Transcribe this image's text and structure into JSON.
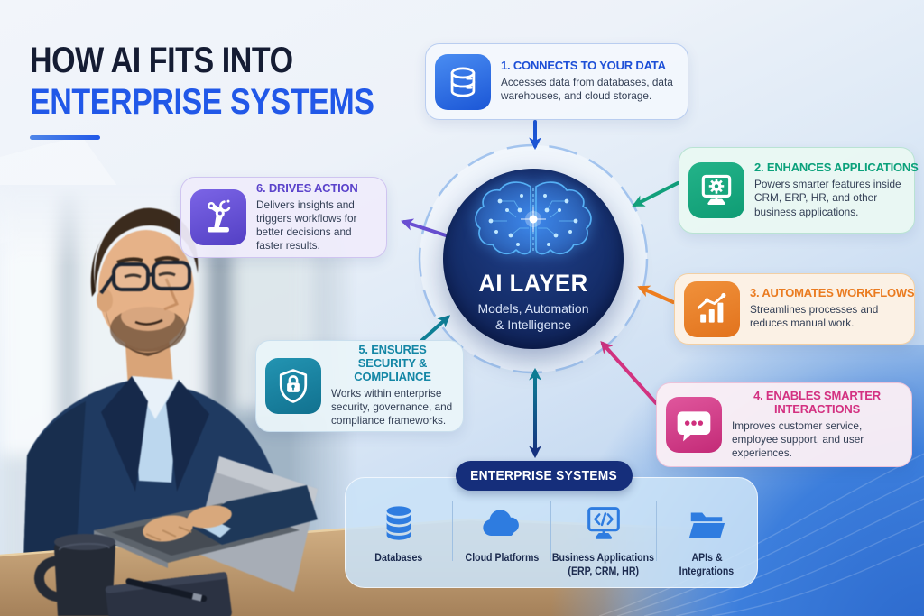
{
  "title": {
    "line1": "HOW AI FITS INTO",
    "line2": "ENTERPRISE SYSTEMS"
  },
  "center": {
    "heading": "AI LAYER",
    "subtitle_line1": "Models, Automation",
    "subtitle_line2": "& Intelligence"
  },
  "cards": [
    {
      "title": "1. CONNECTS TO YOUR DATA",
      "desc": "Accesses data from databases, data warehouses, and cloud storage.",
      "color": "#1d4fd7",
      "icon": "database-icon"
    },
    {
      "title": "2. ENHANCES APPLICATIONS",
      "desc": "Powers smarter features inside CRM, ERP, HR, and other business applications.",
      "color": "#0ba17b",
      "icon": "monitor-gear-icon"
    },
    {
      "title": "3. AUTOMATES WORKFLOWS",
      "desc": "Streamlines processes and reduces manual work.",
      "color": "#ea7b20",
      "icon": "bar-chart-trend-icon"
    },
    {
      "title": "4. ENABLES SMARTER INTERACTIONS",
      "desc": "Improves customer service, employee support, and user experiences.",
      "color": "#d33181",
      "icon": "chat-bubble-icon"
    },
    {
      "title": "5. ENSURES SECURITY & COMPLIANCE",
      "desc": "Works within enterprise security, governance, and compliance frameworks.",
      "color": "#1386a5",
      "icon": "shield-lock-icon"
    },
    {
      "title": "6. DRIVES ACTION",
      "desc": "Delivers insights and triggers workflows for better decisions and faster results.",
      "color": "#5b43cb",
      "icon": "robot-arm-icon"
    }
  ],
  "enterprise": {
    "heading": "ENTERPRISE SYSTEMS",
    "items": [
      {
        "label": "Databases",
        "icon": "database-icon"
      },
      {
        "label": "Cloud Platforms",
        "icon": "cloud-icon"
      },
      {
        "label": "Business Applications",
        "label2": "(ERP, CRM, HR)",
        "icon": "code-monitor-icon"
      },
      {
        "label": "APIs &",
        "label2": "Integrations",
        "icon": "folder-icon"
      }
    ]
  },
  "colors": {
    "title_navy": "#151c33",
    "title_blue": "#2158e8",
    "circle_navy": "#14295f",
    "pill_navy": "#152e7b",
    "panel_blue": "#cbe3f7",
    "arrow_blue": "#1c55d4",
    "arrow_green": "#12a07b",
    "arrow_orange": "#ee7e1f",
    "arrow_pink": "#d23380",
    "arrow_teal": "#0f8096",
    "arrow_purple": "#6a4fd2",
    "enterprise_icon_blue": "#2e7ce0",
    "desk_wood": "#c29c72"
  }
}
